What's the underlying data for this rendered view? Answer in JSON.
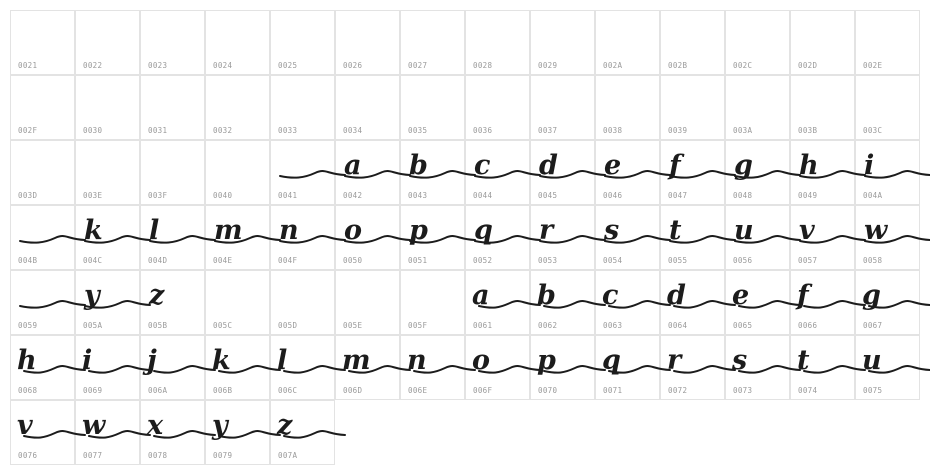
{
  "grid": {
    "columns": 14,
    "cell_size": 65,
    "border_color": "#e3e3e3",
    "label_color": "#9a9a9a",
    "glyph_color": "#1c1c1c"
  },
  "cells": [
    {
      "code": "0021",
      "glyph": "",
      "wave": false
    },
    {
      "code": "0022",
      "glyph": "",
      "wave": false
    },
    {
      "code": "0023",
      "glyph": "",
      "wave": false
    },
    {
      "code": "0024",
      "glyph": "",
      "wave": false
    },
    {
      "code": "0025",
      "glyph": "",
      "wave": false
    },
    {
      "code": "0026",
      "glyph": "",
      "wave": false
    },
    {
      "code": "0027",
      "glyph": "",
      "wave": false
    },
    {
      "code": "0028",
      "glyph": "",
      "wave": false
    },
    {
      "code": "0029",
      "glyph": "",
      "wave": false
    },
    {
      "code": "002A",
      "glyph": "",
      "wave": false
    },
    {
      "code": "002B",
      "glyph": "",
      "wave": false
    },
    {
      "code": "002C",
      "glyph": "",
      "wave": false
    },
    {
      "code": "002D",
      "glyph": "",
      "wave": false
    },
    {
      "code": "002E",
      "glyph": "",
      "wave": false
    },
    {
      "code": "002F",
      "glyph": "",
      "wave": false
    },
    {
      "code": "0030",
      "glyph": "",
      "wave": false
    },
    {
      "code": "0031",
      "glyph": "",
      "wave": false
    },
    {
      "code": "0032",
      "glyph": "",
      "wave": false
    },
    {
      "code": "0033",
      "glyph": "",
      "wave": false
    },
    {
      "code": "0034",
      "glyph": "",
      "wave": false
    },
    {
      "code": "0035",
      "glyph": "",
      "wave": false
    },
    {
      "code": "0036",
      "glyph": "",
      "wave": false
    },
    {
      "code": "0037",
      "glyph": "",
      "wave": false
    },
    {
      "code": "0038",
      "glyph": "",
      "wave": false
    },
    {
      "code": "0039",
      "glyph": "",
      "wave": false
    },
    {
      "code": "003A",
      "glyph": "",
      "wave": false
    },
    {
      "code": "003B",
      "glyph": "",
      "wave": false
    },
    {
      "code": "003C",
      "glyph": "",
      "wave": false
    },
    {
      "code": "003D",
      "glyph": "",
      "wave": false
    },
    {
      "code": "003E",
      "glyph": "",
      "wave": false
    },
    {
      "code": "003F",
      "glyph": "",
      "wave": false
    },
    {
      "code": "0040",
      "glyph": "",
      "wave": false
    },
    {
      "code": "0041",
      "glyph": "",
      "wave": true
    },
    {
      "code": "0042",
      "glyph": "a",
      "wave": true
    },
    {
      "code": "0043",
      "glyph": "b",
      "wave": true
    },
    {
      "code": "0044",
      "glyph": "c",
      "wave": true
    },
    {
      "code": "0045",
      "glyph": "d",
      "wave": true
    },
    {
      "code": "0046",
      "glyph": "e",
      "wave": true
    },
    {
      "code": "0047",
      "glyph": "f",
      "wave": true
    },
    {
      "code": "0048",
      "glyph": "g",
      "wave": true
    },
    {
      "code": "0049",
      "glyph": "h",
      "wave": true
    },
    {
      "code": "004A",
      "glyph": "i",
      "wave": true
    },
    {
      "code": "004B",
      "glyph": "",
      "wave": true
    },
    {
      "code": "004C",
      "glyph": "k",
      "wave": true
    },
    {
      "code": "004D",
      "glyph": "l",
      "wave": true
    },
    {
      "code": "004E",
      "glyph": "m",
      "wave": true
    },
    {
      "code": "004F",
      "glyph": "n",
      "wave": true
    },
    {
      "code": "0050",
      "glyph": "o",
      "wave": true
    },
    {
      "code": "0051",
      "glyph": "p",
      "wave": true
    },
    {
      "code": "0052",
      "glyph": "q",
      "wave": true
    },
    {
      "code": "0053",
      "glyph": "r",
      "wave": true
    },
    {
      "code": "0054",
      "glyph": "s",
      "wave": true
    },
    {
      "code": "0055",
      "glyph": "t",
      "wave": true
    },
    {
      "code": "0056",
      "glyph": "u",
      "wave": true
    },
    {
      "code": "0057",
      "glyph": "v",
      "wave": true
    },
    {
      "code": "0058",
      "glyph": "w",
      "wave": true
    },
    {
      "code": "0059",
      "glyph": "",
      "wave": true
    },
    {
      "code": "005A",
      "glyph": "y",
      "wave": true
    },
    {
      "code": "005B",
      "glyph": "z",
      "wave": false
    },
    {
      "code": "005C",
      "glyph": "",
      "wave": false
    },
    {
      "code": "005D",
      "glyph": "",
      "wave": false
    },
    {
      "code": "005E",
      "glyph": "",
      "wave": false
    },
    {
      "code": "005F",
      "glyph": "",
      "wave": false
    },
    {
      "code": "0061",
      "glyph": "a",
      "wave": true
    },
    {
      "code": "0062",
      "glyph": "b",
      "wave": true
    },
    {
      "code": "0063",
      "glyph": "c",
      "wave": true
    },
    {
      "code": "0064",
      "glyph": "d",
      "wave": true
    },
    {
      "code": "0065",
      "glyph": "e",
      "wave": true
    },
    {
      "code": "0066",
      "glyph": "f",
      "wave": true
    },
    {
      "code": "0067",
      "glyph": "g",
      "wave": true
    },
    {
      "code": "0068",
      "glyph": "h",
      "wave": true
    },
    {
      "code": "0069",
      "glyph": "i",
      "wave": true
    },
    {
      "code": "006A",
      "glyph": "j",
      "wave": true
    },
    {
      "code": "006B",
      "glyph": "k",
      "wave": true
    },
    {
      "code": "006C",
      "glyph": "l",
      "wave": true
    },
    {
      "code": "006D",
      "glyph": "m",
      "wave": true
    },
    {
      "code": "006E",
      "glyph": "n",
      "wave": true
    },
    {
      "code": "006F",
      "glyph": "o",
      "wave": true
    },
    {
      "code": "0070",
      "glyph": "p",
      "wave": true
    },
    {
      "code": "0071",
      "glyph": "q",
      "wave": true
    },
    {
      "code": "0072",
      "glyph": "r",
      "wave": true
    },
    {
      "code": "0073",
      "glyph": "s",
      "wave": true
    },
    {
      "code": "0074",
      "glyph": "t",
      "wave": true
    },
    {
      "code": "0075",
      "glyph": "u",
      "wave": true
    },
    {
      "code": "0076",
      "glyph": "v",
      "wave": true
    },
    {
      "code": "0077",
      "glyph": "w",
      "wave": true
    },
    {
      "code": "0078",
      "glyph": "x",
      "wave": true
    },
    {
      "code": "0079",
      "glyph": "y",
      "wave": true
    },
    {
      "code": "007A",
      "glyph": "z",
      "wave": true
    }
  ]
}
